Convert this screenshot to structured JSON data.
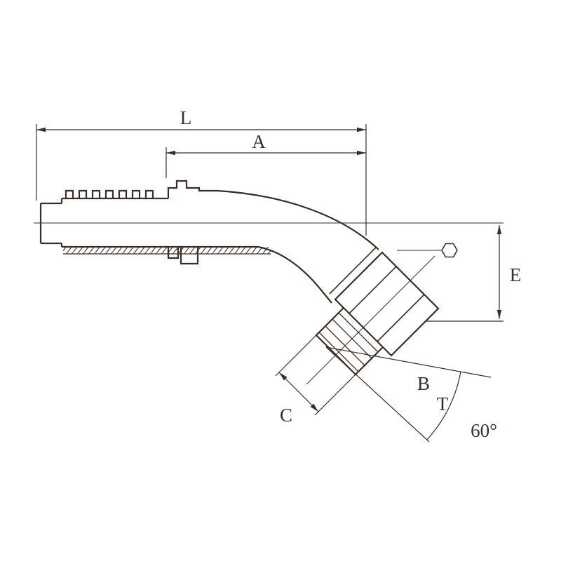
{
  "meta": {
    "background": "#ffffff",
    "line_color": "#3a2c26"
  },
  "labels": {
    "overall_length": "L",
    "tail_length": "A",
    "drop": "E",
    "dim_b": "B",
    "thread": "T",
    "dim_c": "C",
    "seat_angle": "60°"
  },
  "icons": {
    "hex_symbol": "hexagon-icon"
  }
}
